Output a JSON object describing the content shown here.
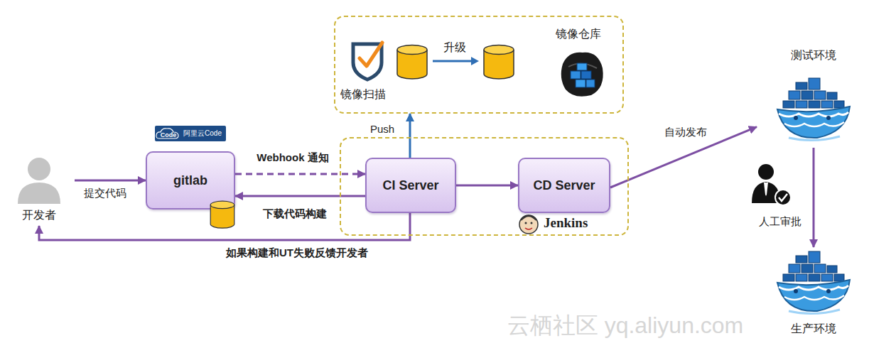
{
  "diagram": {
    "nodes": [
      {
        "text": [
          "开发者"
        ]
      },
      {
        "text": [
          "gitlab"
        ]
      },
      {
        "text": [
          "Jenkins"
        ]
      },
      {
        "text": [
          "CI Server"
        ],
        "in": 2
      },
      {
        "text": [
          "CD Server"
        ],
        "in": 2
      },
      {
        "text": [
          "镜像仓库"
        ]
      },
      {
        "text": [
          "测试环境"
        ]
      },
      {
        "text": [
          "生产环境"
        ]
      }
    ],
    "edges": [
      {
        "from": 0,
        "to": 1,
        "arrow": "to",
        "label": "提交代码"
      },
      {
        "from": 1,
        "to": 3,
        "arrow": "to",
        "label": "Webhook 通知"
      },
      {
        "from": 3,
        "to": 1,
        "arrow": "to",
        "label": "下载代码构建"
      },
      {
        "from": 3,
        "to": 0,
        "arrow": "to",
        "label": "如果构建和UT失败反馈开发者"
      },
      {
        "from": 3,
        "to": 5,
        "arrow": "to",
        "label": "Push"
      },
      {
        "from": 3,
        "to": 4,
        "arrow": "to"
      },
      {
        "from": 4,
        "to": 6,
        "arrow": "to",
        "label": "自动发布"
      },
      {
        "from": 6,
        "to": 7,
        "arrow": "to",
        "label": "人工审批"
      }
    ],
    "labels": [
      "Code",
      "阿里云Code",
      "镜像扫描",
      "升级",
      "云栖社区 yq.aliyun.com"
    ]
  }
}
